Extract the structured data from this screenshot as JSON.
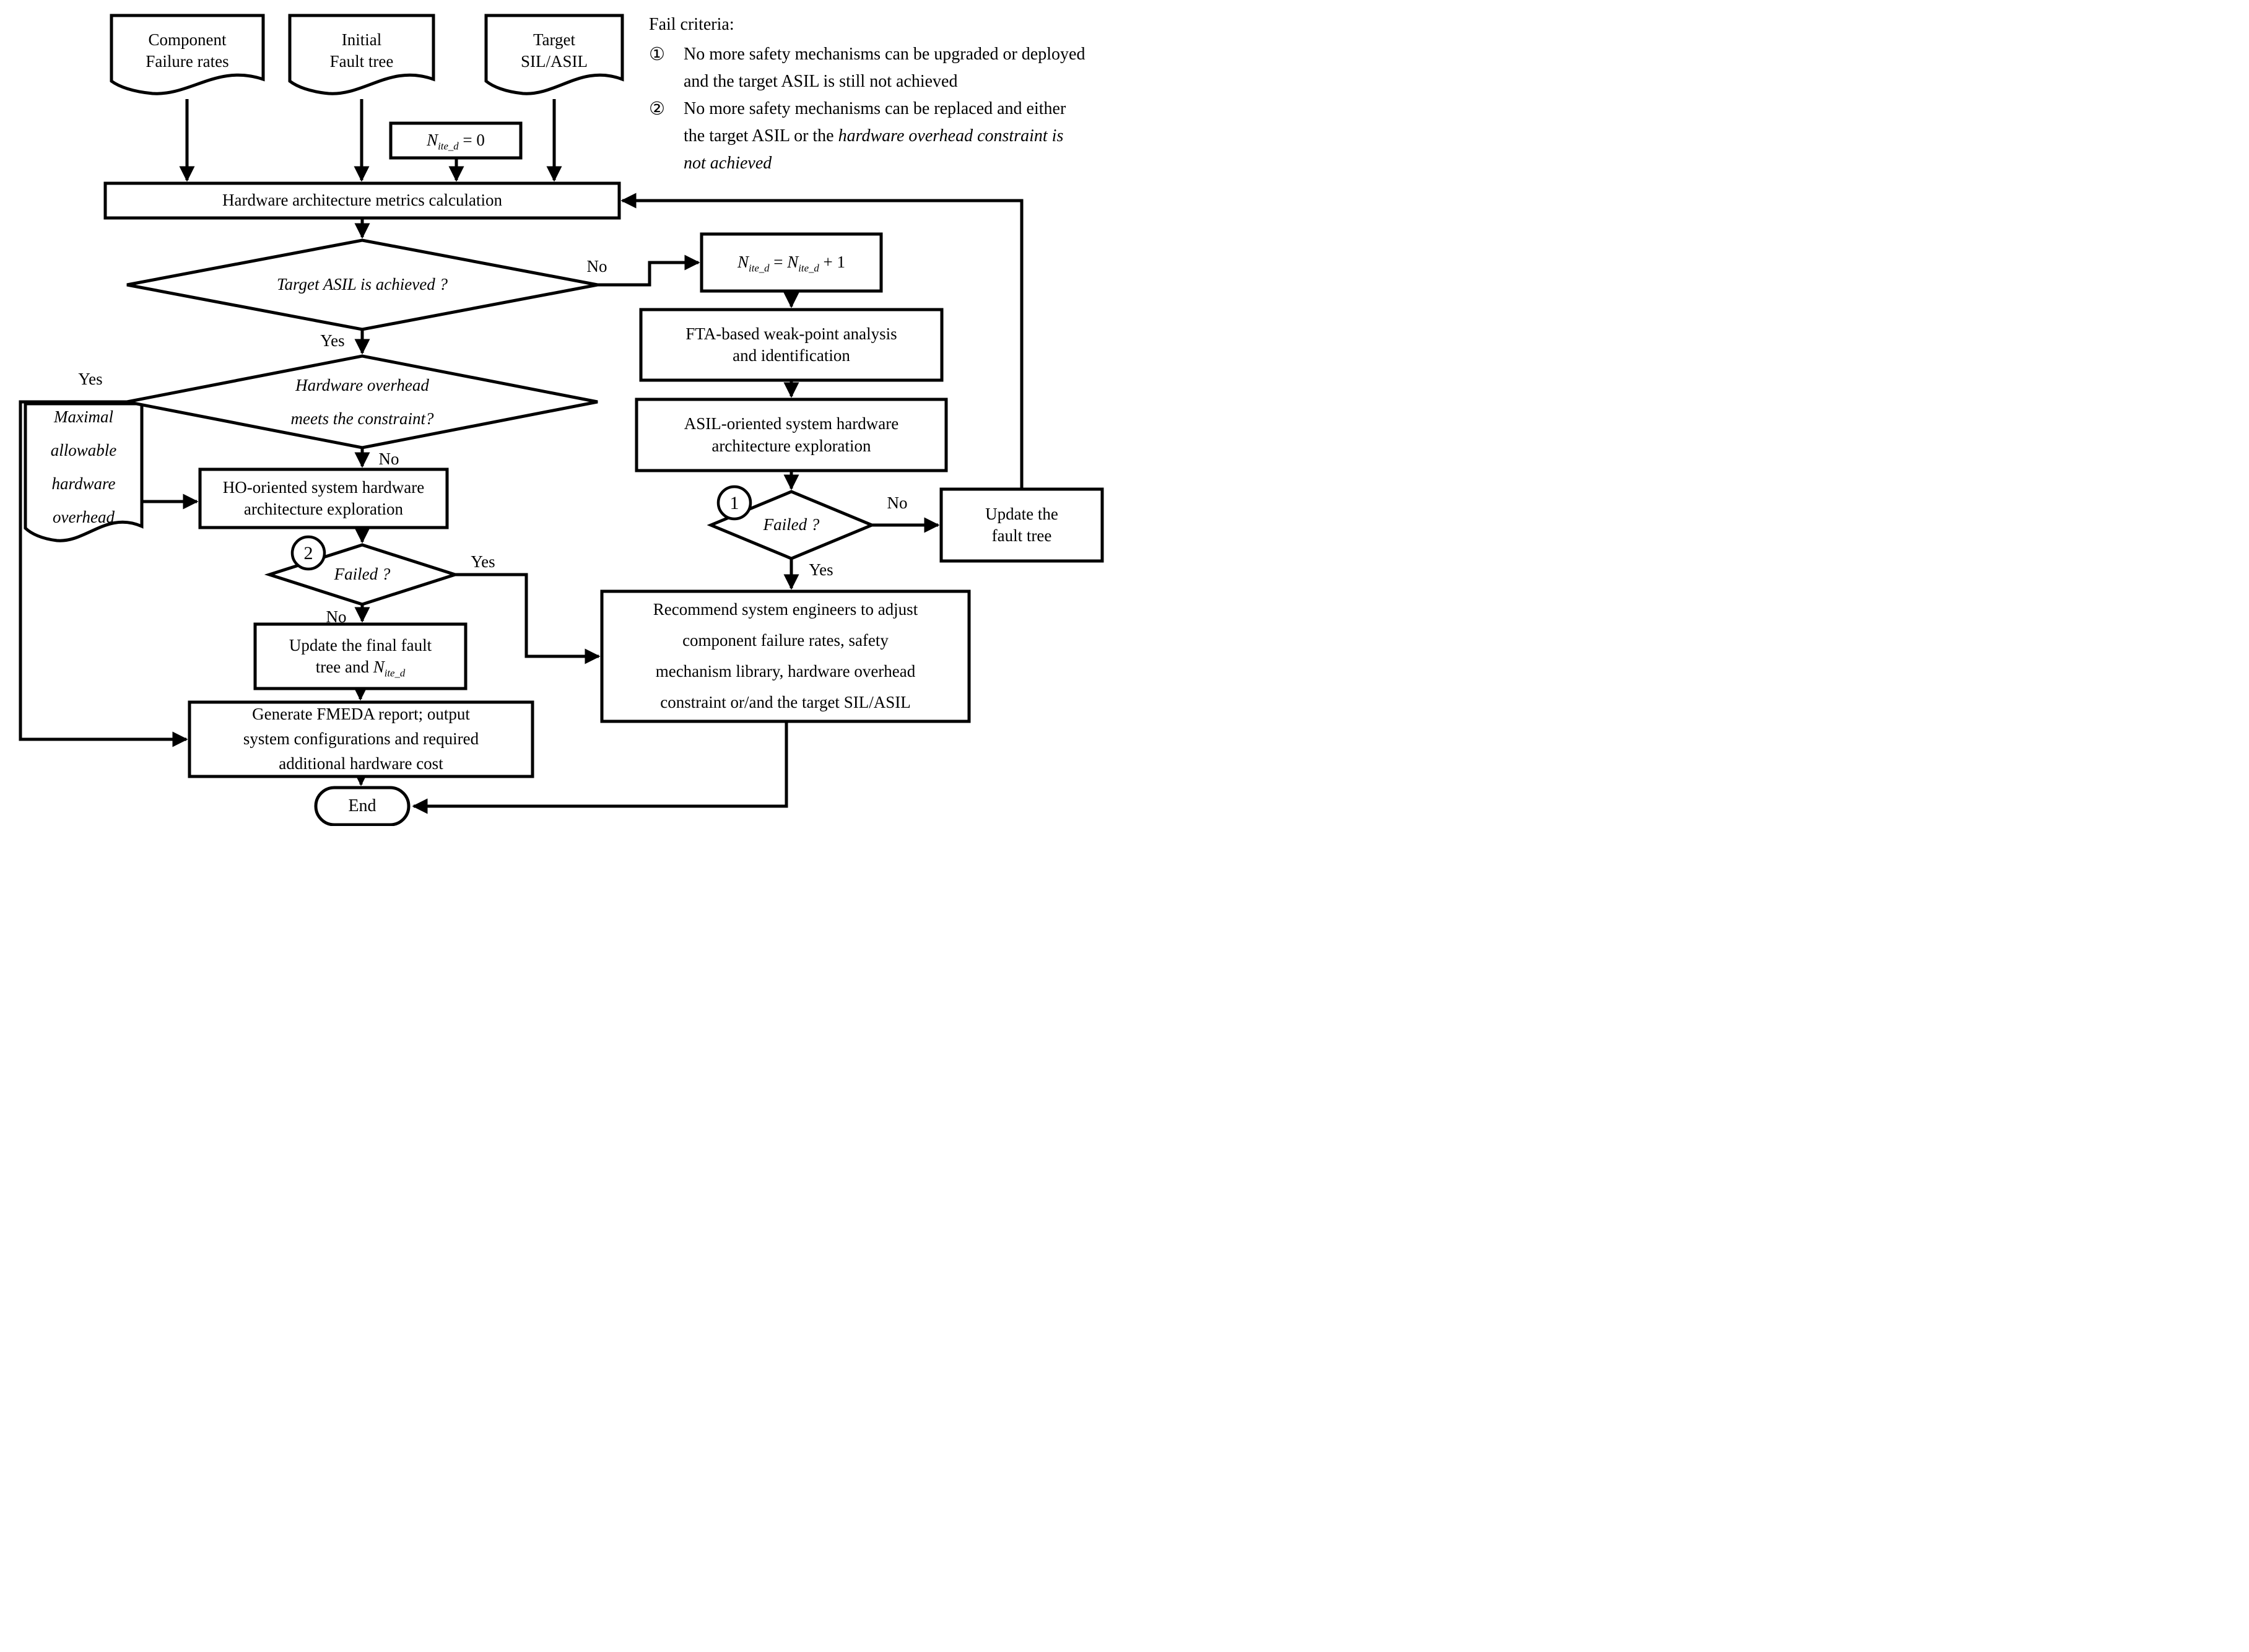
{
  "page": {
    "background": "#ffffff",
    "ink": "#000000"
  },
  "nodes": {
    "doc_component": {
      "label": "Component\nFailure rates"
    },
    "doc_initial": {
      "label": "Initial\nFault tree"
    },
    "doc_target": {
      "label": "Target\nSIL/ASIL"
    },
    "ninit": {
      "n": "N",
      "sub": "ite_d",
      "rest": " = 0"
    },
    "metrics": {
      "label": "Hardware architecture metrics calculation"
    },
    "d_asil": {
      "label": "Target ASIL is achieved ?"
    },
    "nplus": {
      "n1": "N",
      "sub1": "ite_d",
      "eq": " = ",
      "n2": "N",
      "sub2": "ite_d",
      "tail": " + 1"
    },
    "fta": {
      "label": "FTA-based weak-point analysis\nand identification"
    },
    "asil_exp": {
      "label": "ASIL-oriented system hardware\narchitecture exploration"
    },
    "d_f1": {
      "label": "Failed ?",
      "badge": "1"
    },
    "update_ft": {
      "label": "Update the\nfault tree"
    },
    "d_ho": {
      "label": "Hardware overhead\nmeets the constraint?"
    },
    "doc_maximal": {
      "label": "Maximal\nallowable\nhardware\noverhead"
    },
    "ho": {
      "label": "HO-oriented system hardware\narchitecture exploration"
    },
    "d_f2": {
      "label": "Failed ?",
      "badge": "2"
    },
    "update_final": {
      "line1": "Update the final fault",
      "line2_pre": "tree and ",
      "n": "N",
      "sub": "ite_d"
    },
    "generate": {
      "label": "Generate FMEDA report; output\nsystem configurations and required\nadditional hardware cost"
    },
    "recommend": {
      "label": "Recommend system engineers to adjust\ncomponent failure rates, safety\nmechanism library, hardware overhead\nconstraint or/and the target SIL/ASIL"
    },
    "end": {
      "label": "End"
    }
  },
  "branches": {
    "d_asil": {
      "no": "No",
      "yes": "Yes"
    },
    "d_ho": {
      "yes": "Yes",
      "no": "No"
    },
    "d_f1": {
      "no": "No",
      "yes": "Yes"
    },
    "d_f2": {
      "yes": "Yes",
      "no": "No"
    }
  },
  "fail_criteria": {
    "title": "Fail criteria:",
    "items": [
      {
        "num": "①",
        "text": "No more safety mechanisms can be upgraded or deployed and the target ASIL is still not achieved"
      },
      {
        "num": "②",
        "text_normal": "No more safety mechanisms can be replaced and either the target ASIL or the ",
        "text_italic": "hardware overhead constraint is not achieved"
      }
    ]
  }
}
